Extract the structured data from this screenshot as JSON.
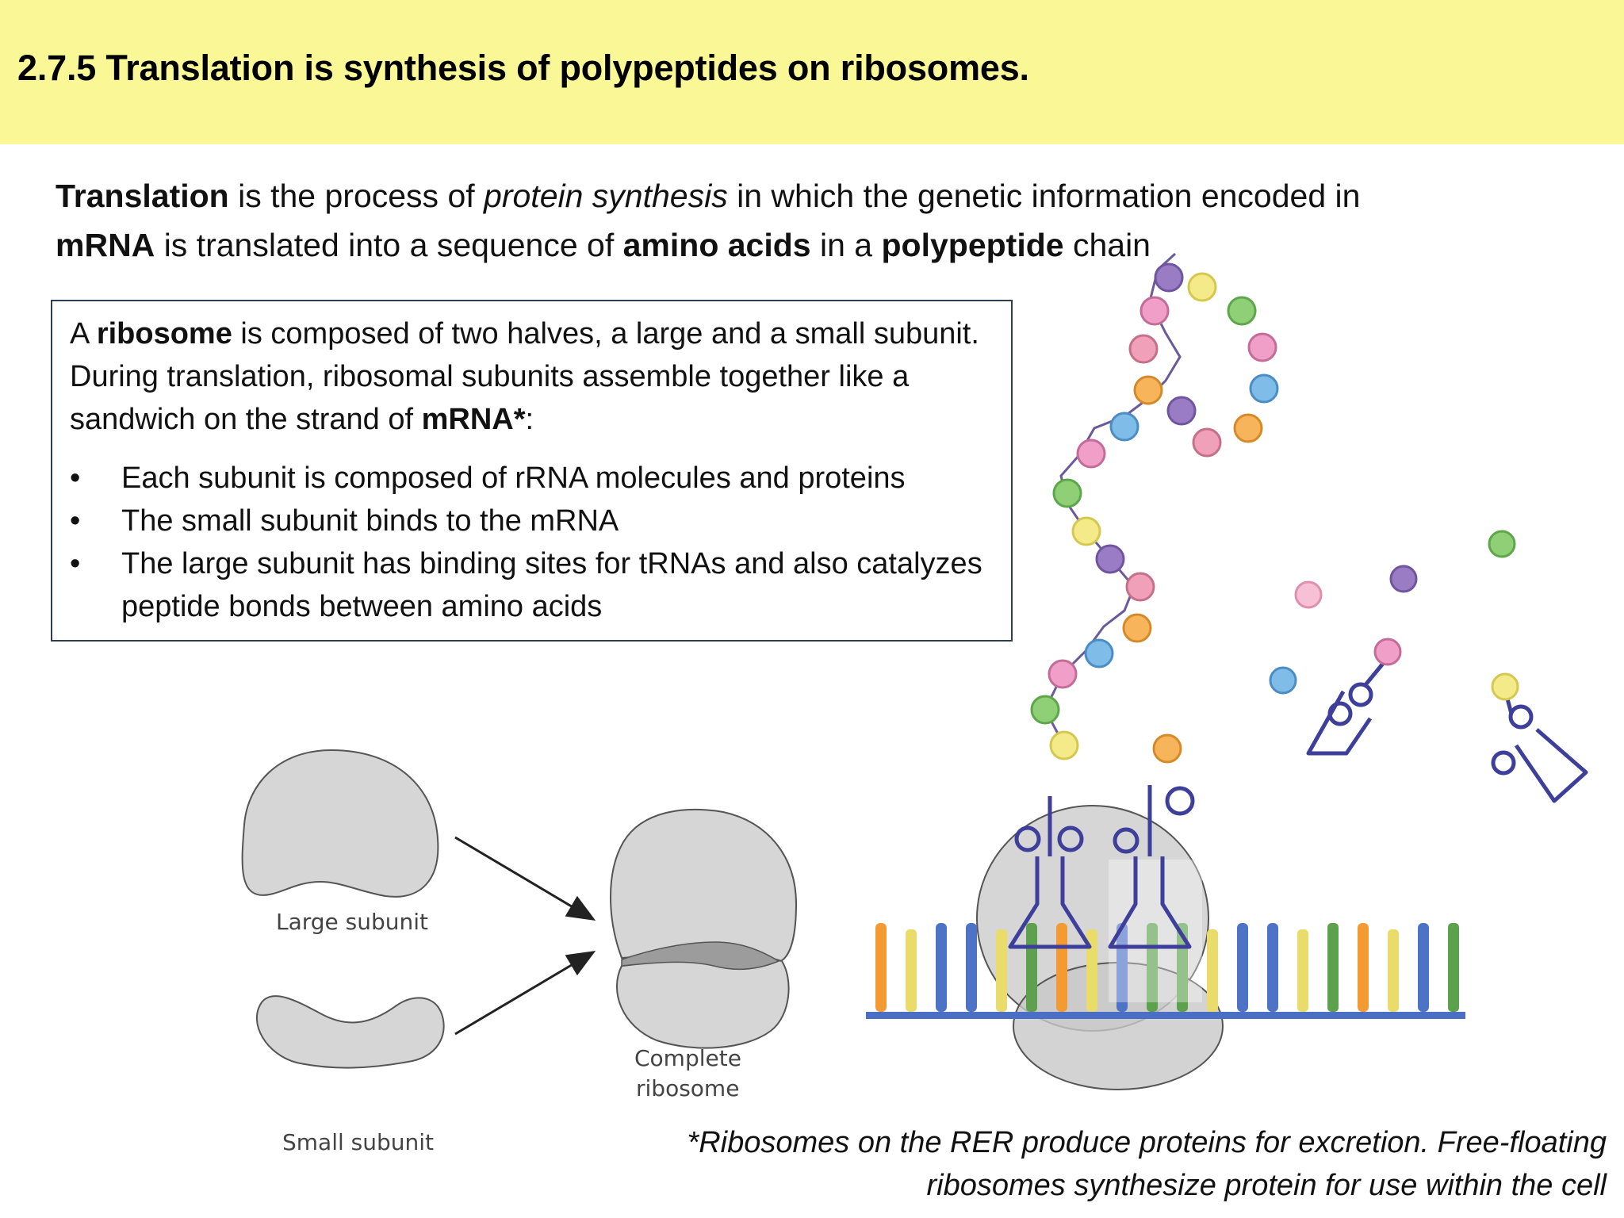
{
  "title": "2.7.5 Translation is synthesis of polypeptides on ribosomes.",
  "intro": {
    "t1": "Translation",
    "t2": " is the process of ",
    "t3": "protein synthesis",
    "t4": " in which the genetic information encoded in ",
    "t5": "mRNA",
    "t6": " is translated into a sequence of ",
    "t7": "amino acids",
    "t8": " in a ",
    "t9": "polypeptide",
    "t10": " chain"
  },
  "box": {
    "p1": "A ",
    "p2": "ribosome",
    "p3": " is composed of two halves, a large and a small subunit. During translation, ribosomal subunits assemble together like a sandwich on the strand of ",
    "p4": "mRNA*",
    "p5": ":",
    "bullets": [
      "Each subunit is composed of rRNA molecules and proteins",
      "The small subunit binds to the mRNA",
      "The large subunit has binding sites for tRNAs and also catalyzes peptide bonds between amino acids"
    ]
  },
  "diagram": {
    "large_label": "Large subunit",
    "small_label": "Small subunit",
    "complete_label_1": "Complete",
    "complete_label_2": "ribosome"
  },
  "footnote": {
    "line1": "*Ribosomes on the RER produce proteins for excretion. Free-floating",
    "line2": "ribosomes synthesize protein for use within the cell"
  },
  "colors": {
    "title_bg": "#faf796",
    "subunit_fill": "#d6d6d6",
    "mrna_backbone": "#4a6fc4",
    "trna_outline": "#3d3f9a",
    "amino_purple": "#9a7cc4",
    "amino_yellow": "#f4ea8a",
    "amino_green": "#8fcf76",
    "amino_pink": "#f0a0b8",
    "amino_blue": "#7fbde8",
    "amino_orange": "#f8b45a"
  }
}
